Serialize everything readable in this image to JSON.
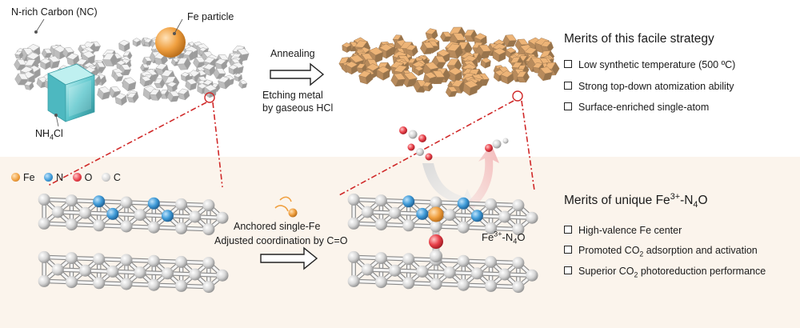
{
  "top": {
    "nc_label": "N-rich Carbon (NC)",
    "fe_particle_label": "Fe particle",
    "nh4cl_label": {
      "base": "NH",
      "sub": "4",
      "rest": "Cl"
    },
    "annealing_label": "Annealing",
    "etching_line1": "Etching metal",
    "etching_line2": "by gaseous HCl"
  },
  "merits_strategy": {
    "title": "Merits of this facile strategy",
    "items": [
      "Low synthetic temperature (500 ºC)",
      "Strong top-down atomization ability",
      "Surface-enriched single-atom"
    ]
  },
  "legend": {
    "items": [
      {
        "symbol": "Fe",
        "color": "#f0a040"
      },
      {
        "symbol": "N",
        "color": "#3f9bd8"
      },
      {
        "symbol": "O",
        "color": "#e8404a"
      },
      {
        "symbol": "C",
        "color": "#c8c8c8"
      }
    ]
  },
  "bottom": {
    "anchored_label": "Anchored single-Fe",
    "adjusted_label": "Adjusted coordination by C=O",
    "site_label": {
      "a": "Fe",
      "sup": "3+",
      "b": "-N",
      "sub": "4",
      "c": "O"
    }
  },
  "merits_unique": {
    "title": {
      "a": "Merits of unique Fe",
      "sup": "3+",
      "b": "-N",
      "sub": "4",
      "c": "O"
    },
    "items": [
      {
        "a": "High-valence Fe center",
        "sub": "",
        "b": ""
      },
      {
        "a": "Promoted CO",
        "sub": "2",
        "b": " adsorption and activation"
      },
      {
        "a": "Superior CO",
        "sub": "2",
        "b": " photoreduction performance"
      }
    ]
  },
  "colors": {
    "fe": "#f0a040",
    "n": "#3f9bd8",
    "o": "#e8404a",
    "c": "#c8c8c8",
    "cube_gold": "#e0aa70",
    "cube_gray": "#e6e6e6",
    "nh4cl_cube": "#5cc6cc",
    "bottom_band": "#fbf4ec",
    "dash_red": "#d02828"
  }
}
